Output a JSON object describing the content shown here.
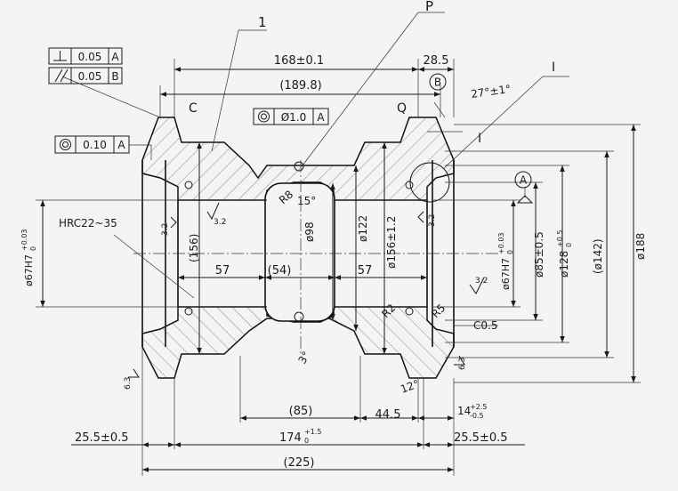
{
  "fcf": {
    "perp_tol": "0.05",
    "perp_ref": "A",
    "par_tol": "0.05",
    "par_ref": "B",
    "conc_center_tol": "Ø1.0",
    "conc_center_ref": "A",
    "conc_left_tol": "0.10",
    "conc_left_ref": "A"
  },
  "labels": {
    "leader_1": "1",
    "leader_p": "P",
    "leader_i_top": "I",
    "leader_i": "I",
    "leader_c": "C",
    "leader_q": "Q",
    "datum_b": "B",
    "datum_a": "A"
  },
  "dims": {
    "top_overall": "168±0.1",
    "top_ref": "(189.8)",
    "top_right": "28.5",
    "angle_top": "27°±1°",
    "hardness": "HRC22~35",
    "bore_left_base": "ø67H7",
    "bore_left_tol": "+0.03",
    "bore_left_zero": "0",
    "bore_right_base": "ø67H7",
    "bore_right_tol": "+0.03",
    "bore_right_zero": "0",
    "d156_ref": "(156)",
    "d57_left": "57",
    "d54": "(54)",
    "d57_right": "57",
    "d98": "ø98",
    "d122": "ø122",
    "d156": "ø156±1.2",
    "r8": "R8",
    "a15": "15°",
    "d85": "ø85±0.5",
    "d128_base": "ø128",
    "d128_tol": "+0.5",
    "d128_zero": "0",
    "d142": "(ø142)",
    "d188": "ø188",
    "r2": "R2",
    "r5": "R5",
    "c05": "C0.5",
    "a3": "3°",
    "a12": "12°",
    "b85": "(85)",
    "b445": "44.5",
    "b14_base": "14",
    "b14_up": "+2.5",
    "b14_dn": "-0.5",
    "b255_left": "25.5±0.5",
    "b174_base": "174",
    "b174_tol": "+1.5",
    "b174_zero": "0",
    "b255_right": "25.5±0.5",
    "b225": "(225)"
  },
  "roughness": {
    "r1": "3.2",
    "r2": "3.2",
    "r3": "3.2",
    "r4": "3.2",
    "r5": "6.3",
    "r6": "6.3"
  }
}
